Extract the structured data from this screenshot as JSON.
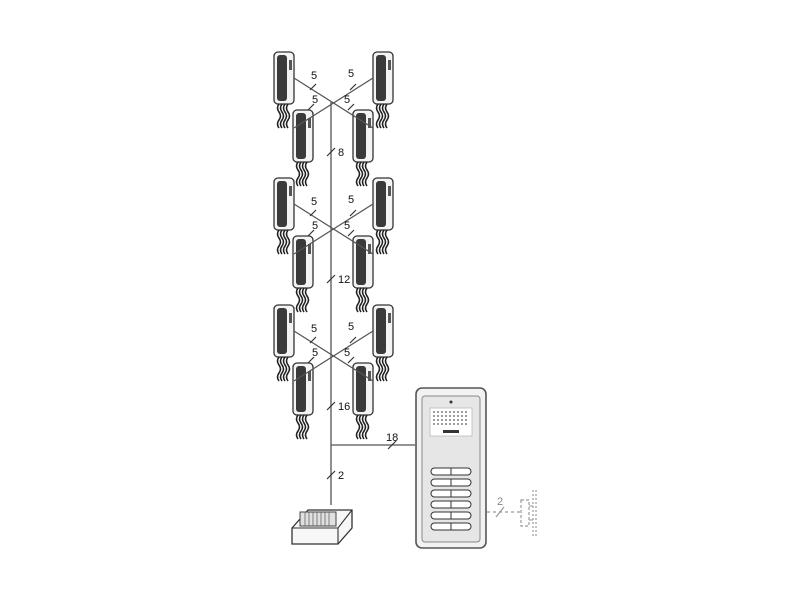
{
  "wire_labels": {
    "group1_a": "5",
    "group1_b": "5",
    "group1_c": "5",
    "group1_d": "5",
    "riser1": "8",
    "group2_a": "5",
    "group2_b": "5",
    "group2_c": "5",
    "group2_d": "5",
    "riser2": "12",
    "group3_a": "5",
    "group3_b": "5",
    "group3_c": "5",
    "group3_d": "5",
    "riser3": "16",
    "panel_link": "18",
    "power_link": "2",
    "lock_link": "2"
  },
  "colors": {
    "line": "#555555",
    "handset": "#3a3a3a",
    "panel": "#e6e6e6",
    "panel_edge": "#6a6a6a",
    "lock_dashed": "#999999"
  },
  "icons": {
    "interphone": "wall-interphone-icon",
    "entrance_panel": "door-entrance-panel-icon",
    "power_supply": "power-supply-icon",
    "door_lock": "electric-lock-icon"
  }
}
